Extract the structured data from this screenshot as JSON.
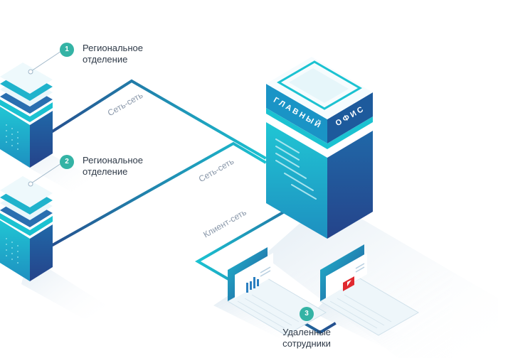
{
  "main_office": {
    "label_left": "ГЛАВНЫЙ",
    "label_right": "ОФИС"
  },
  "links": {
    "site_to_site_1": "Сеть-сеть",
    "site_to_site_2": "Сеть-сеть",
    "client_to_site": "Клиент-сеть"
  },
  "callouts": [
    {
      "number": "1",
      "line1": "Региональное",
      "line2": "отделение"
    },
    {
      "number": "2",
      "line1": "Региональное",
      "line2": "отделение"
    },
    {
      "number": "3",
      "line1": "Удаленные",
      "line2": "сотрудники"
    }
  ],
  "colors": {
    "accent": "#34b3a5",
    "cyan": "#1bc2d1",
    "navy": "#24508f",
    "text": "#2f3a48"
  }
}
